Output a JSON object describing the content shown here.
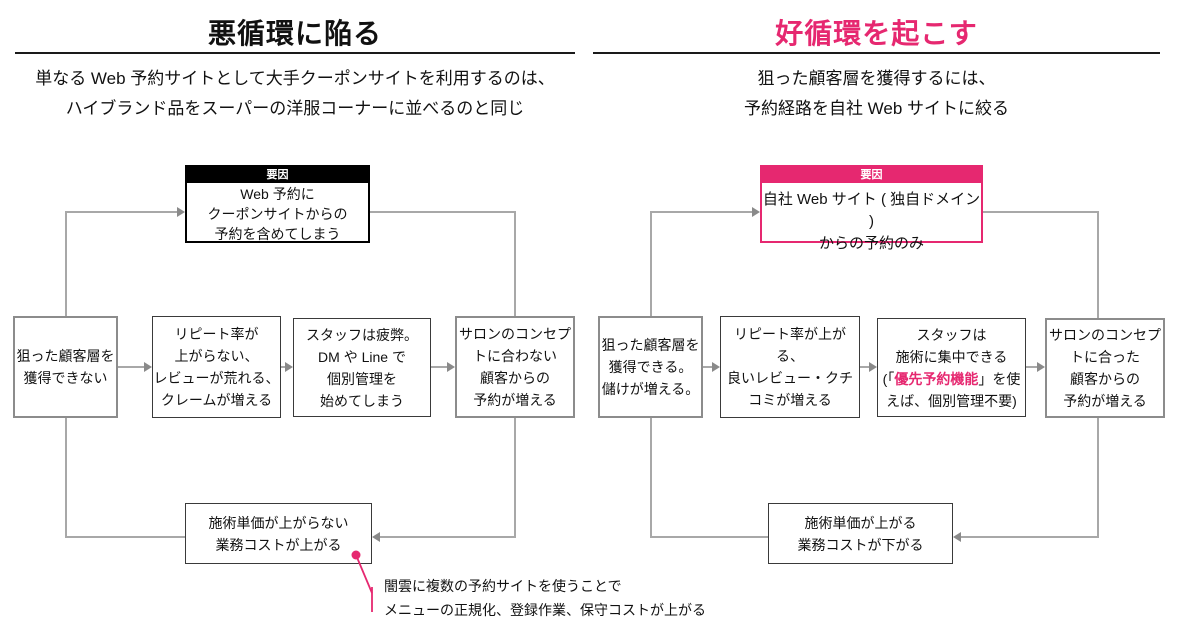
{
  "colors": {
    "accent": "#e62870",
    "ink": "#111111",
    "connector": "#a8a8a8",
    "arrow": "#8a8a8a",
    "border-strong": "#8c8c8c",
    "border-thin": "#3a3a3a"
  },
  "left": {
    "title": "悪循環に陥る",
    "subtitle": [
      "単なる Web 予約サイトとして大手クーポンサイトを利用するのは、",
      "ハイブランド品をスーパーの洋服コーナーに並べるのと同じ"
    ],
    "cause_label": "要因",
    "cause_lines": [
      "Web 予約に",
      "クーポンサイトからの",
      "予約を含めてしまう"
    ],
    "box_target": [
      "狙った顧客層を",
      "獲得できない"
    ],
    "box_repeat": [
      "リピート率が",
      "上がらない、",
      "レビューが荒れる、",
      "クレームが増える"
    ],
    "box_staff": [
      "スタッフは疲弊。",
      "DM や Line で",
      "個別管理を",
      "始めてしまう"
    ],
    "box_concept": [
      "サロンのコンセプ",
      "トに合わない",
      "顧客からの",
      "予約が増える"
    ],
    "box_price": [
      "施術単価が上がらない",
      "業務コストが上がる"
    ],
    "annotation": [
      "闇雲に複数の予約サイトを使うことで",
      "メニューの正規化、登録作業、保守コストが上がる"
    ]
  },
  "right": {
    "title": "好循環を起こす",
    "subtitle": [
      "狙った顧客層を獲得するには、",
      "予約経路を自社 Web サイトに絞る"
    ],
    "cause_label": "要因",
    "cause_lines": [
      "自社 Web サイト ( 独自ドメイン )",
      "からの予約のみ"
    ],
    "box_target": [
      "狙った顧客層を",
      "獲得できる。",
      "儲けが増える。"
    ],
    "box_repeat": [
      "リピート率が上がる、",
      "良いレビュー・クチ",
      "コミが増える"
    ],
    "box_staff": {
      "line1": "スタッフは",
      "line2": "施術に集中できる",
      "line3_pre": "(「",
      "line3_highlight": "優先予約機能",
      "line3_post": "」を使",
      "line4": "えば、個別管理不要)"
    },
    "box_concept": [
      "サロンのコンセプ",
      "トに合った",
      "顧客からの",
      "予約が増える"
    ],
    "box_price": [
      "施術単価が上がる",
      "業務コストが下がる"
    ]
  }
}
